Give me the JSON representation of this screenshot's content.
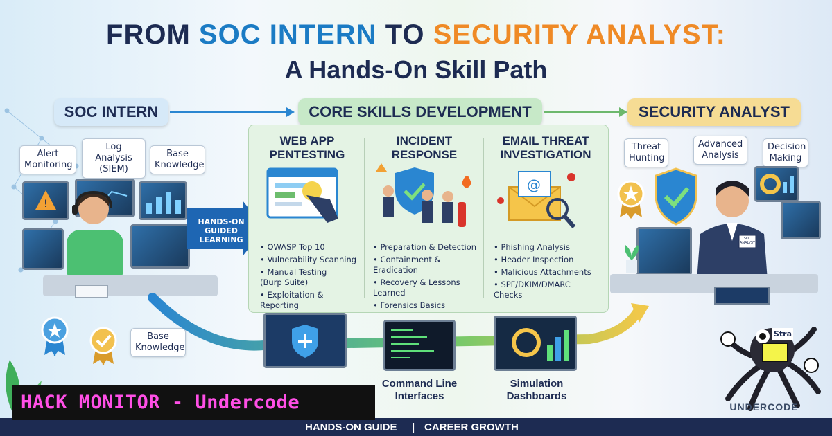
{
  "header": {
    "title_prefix": "FROM ",
    "title_part1": "SOC INTERN",
    "title_middle": " TO ",
    "title_part2": "SECURITY ANALYST:",
    "subtitle": "A Hands-On Skill Path"
  },
  "stages": {
    "start": "SOC INTERN",
    "middle": "CORE SKILLS DEVELOPMENT",
    "end": "SECURITY ANALYST"
  },
  "intern_tags": [
    "Alert\nMonitoring",
    "Log Analysis\n(SIEM)",
    "Base\nKnowledge"
  ],
  "intern_bottom_tag": "Base\nKnowledge",
  "guided_label": "HANDS-ON\nGUIDED\nLEARNING",
  "columns": [
    {
      "heading": "WEB APP\nPENTESTING",
      "bullets": [
        "• OWASP Top 10",
        "• Vulnerability Scanning",
        "• Manual Testing\n  (Burp Suite)",
        "• Exploitation & Reporting"
      ]
    },
    {
      "heading": "INCIDENT\nRESPONSE",
      "bullets": [
        "• Preparation & Detection",
        "• Containment & Eradication",
        "• Recovery & Lessons\n  Learned",
        "• Forensics Basics"
      ]
    },
    {
      "heading": "EMAIL THREAT\nINVESTIGATION",
      "bullets": [
        "• Phishing Analysis",
        "• Header Inspection",
        "• Malicious Attachments",
        "• SPF/DKIM/DMARC\n  Checks"
      ]
    }
  ],
  "analyst_tags": [
    "Threat\nHunting",
    "Advanced\nAnalysis",
    "Decision\nMaking"
  ],
  "badge_text": "SOC\nANALYST",
  "tools": {
    "cli": "Command Line\nInterfaces",
    "sim": "Simulation\nDashboards"
  },
  "watermark": {
    "banner": "HACK MONITOR - Undercode",
    "logo_text": "UNDERCODE",
    "side_text": "Stra"
  },
  "footer": {
    "left": "HANDS-ON GUIDE",
    "sep": "|",
    "right": "CAREER GROWTH"
  },
  "colors": {
    "navy": "#1d2b52",
    "blue": "#1b7bc4",
    "orange": "#ef8a26",
    "green": "#e4f3e4",
    "banner_text": "#ff4fe6"
  }
}
